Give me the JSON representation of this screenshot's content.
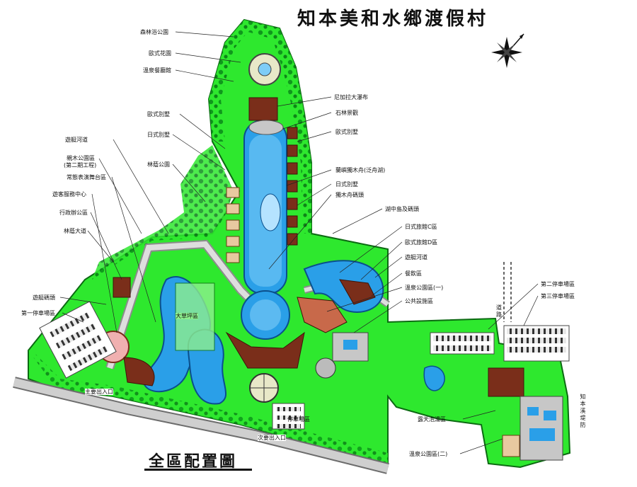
{
  "title": "知本美和水鄉渡假村",
  "subtitle": "全區配置圖",
  "labels": {
    "forest_bath_park": "森林浴公園",
    "european_garden": "歐式花園",
    "hot_spring_restaurant": "溫泉餐廳館",
    "european_villa_1": "歐式別墅",
    "japanese_villa_1": "日式別墅",
    "boat_canal_1": "遊艇河道",
    "log_park": "親木公園區",
    "phase2_note": "(第二期工程)",
    "performance_stage": "常態表演舞台區",
    "visitor_center": "遊客服務中心",
    "admin_office": "行政辦公區",
    "forest_walk_park": "林蔭公園",
    "forest_avenue": "林蔭大道",
    "boat_dock": "遊艇碼頭",
    "parking_1": "第一停車場區",
    "main_entrance": "主要出入口",
    "secondary_entrance": "次要出入口",
    "parking_bottom": "停車場區",
    "lawn": "大草坪區",
    "niagara_falls": "尼加拉大瀑布",
    "rock_forest": "石林景觀",
    "european_villa_2": "歐式別墅",
    "lanyu_boat": "蘭嶼獨木舟(泛舟湖)",
    "japanese_villa_2": "日式別墅",
    "canoe_dock": "獨木舟碼頭",
    "island_dock": "湖中島及碼頭",
    "japanese_hotel_c": "日式旅館C區",
    "european_hotel_d": "歐式旅館D區",
    "boat_canal_2": "遊艇河道",
    "dining_area": "餐飲區",
    "hot_spring_park_1": "溫泉公園區(一)",
    "public_facilities": "公共設施區",
    "parking_2": "第二停車場區",
    "parking_3": "第三停車場區",
    "road_label": "道路",
    "riverside_path": "知本溪堤防",
    "open_air_bath": "露天泡湯區",
    "hot_spring_park_2": "溫泉公園區(二)"
  },
  "colors": {
    "grass": "#2ee82e",
    "grass_dark": "#0c8f1a",
    "water": "#2a9fe8",
    "water_light": "#7ecdf7",
    "building": "#7a2e1a",
    "building_light": "#e8c9a0",
    "road": "#cfcfcf",
    "road_edge": "#6d6d6d",
    "ink": "#111111"
  },
  "icons": [
    "compass-rose-icon"
  ]
}
